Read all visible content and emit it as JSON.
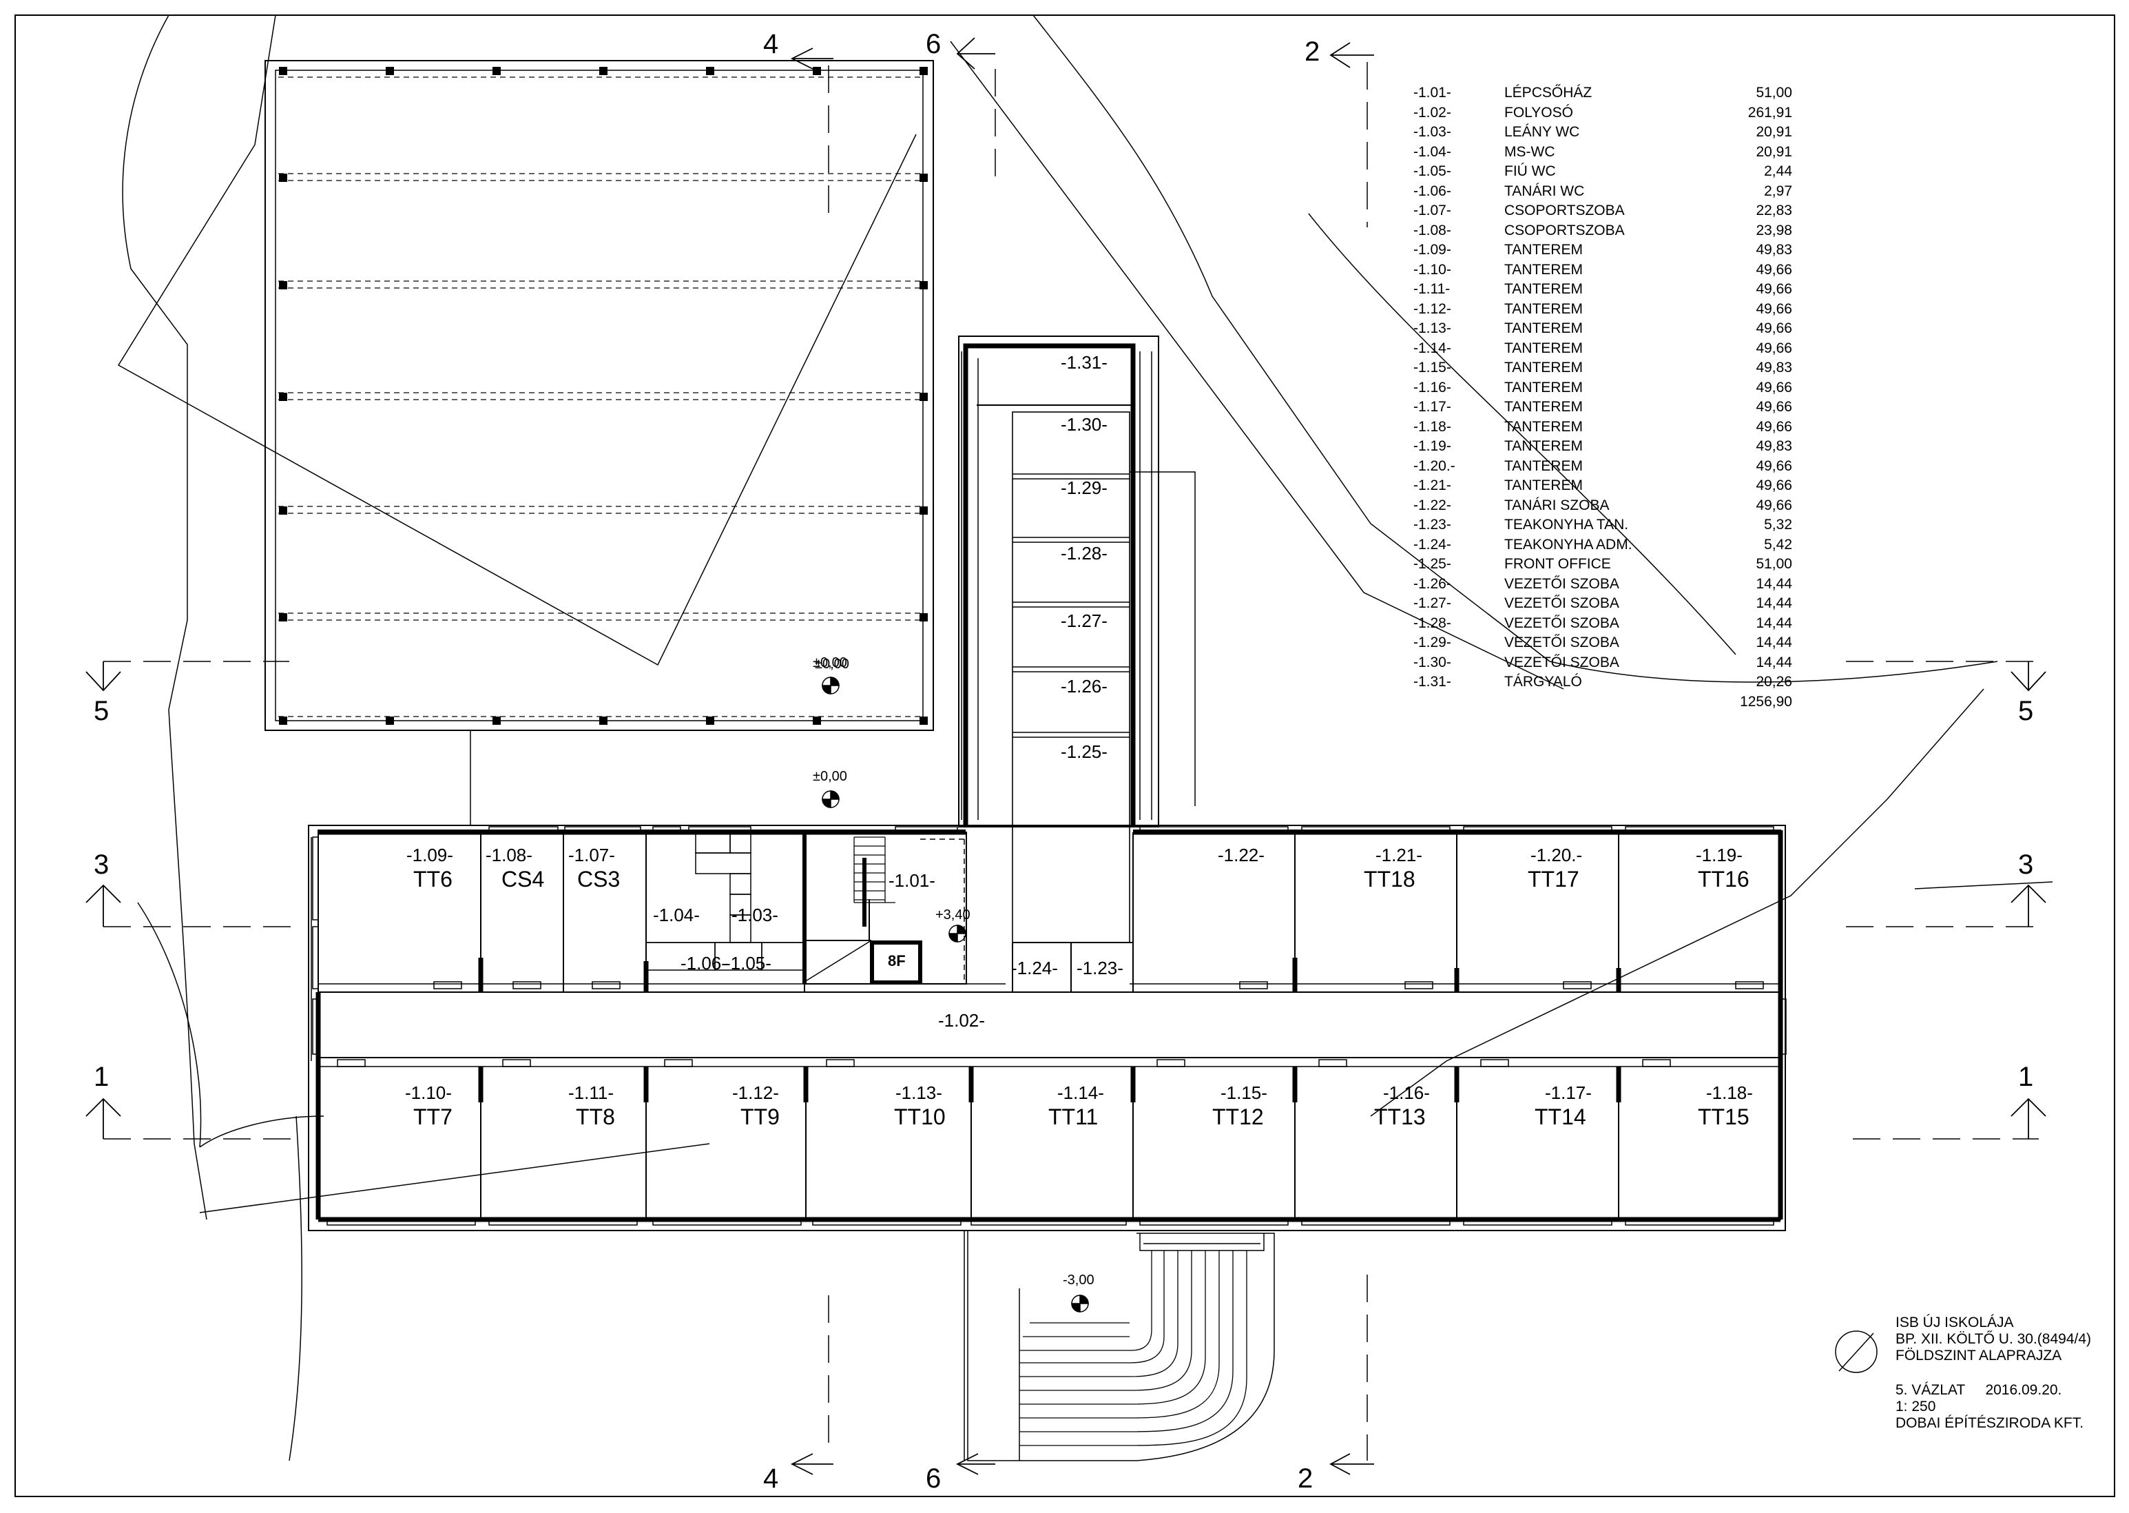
{
  "section_markers": [
    {
      "label": "4"
    },
    {
      "label": "6"
    },
    {
      "label": "2"
    },
    {
      "label": "5"
    },
    {
      "label": "5"
    },
    {
      "label": "3"
    },
    {
      "label": "3"
    },
    {
      "label": "1"
    },
    {
      "label": "1"
    },
    {
      "label": "4"
    },
    {
      "label": "6"
    },
    {
      "label": "2"
    }
  ],
  "levels": {
    "yard": "±0,00",
    "yard_overlap": "±0,00",
    "ground": "±0,00",
    "stair": "+3,40",
    "lower": "-3,00"
  },
  "elevator_label": "8F",
  "rooms": [
    {
      "code": "-1.31-"
    },
    {
      "code": "-1.30-"
    },
    {
      "code": "-1.29-"
    },
    {
      "code": "-1.28-"
    },
    {
      "code": "-1.27-"
    },
    {
      "code": "-1.26-"
    },
    {
      "code": "-1.25-"
    },
    {
      "code": "-1.09-",
      "name": "TT6"
    },
    {
      "code": "-1.08-",
      "name": "CS4"
    },
    {
      "code": "-1.07-",
      "name": "CS3"
    },
    {
      "code": "-1.04-"
    },
    {
      "code": "-1.03-"
    },
    {
      "code": "-1.06-"
    },
    {
      "code": "-1.05-"
    },
    {
      "code": "-1.01-"
    },
    {
      "code": "-1.24-"
    },
    {
      "code": "-1.23-"
    },
    {
      "code": "-1.22-"
    },
    {
      "code": "-1.21-",
      "name": "TT18"
    },
    {
      "code": "-1.20.-",
      "name": "TT17"
    },
    {
      "code": "-1.19-",
      "name": "TT16"
    },
    {
      "code": "-1.02-"
    },
    {
      "code": "-1.10-",
      "name": "TT7"
    },
    {
      "code": "-1.11-",
      "name": "TT8"
    },
    {
      "code": "-1.12-",
      "name": "TT9"
    },
    {
      "code": "-1.13-",
      "name": "TT10"
    },
    {
      "code": "-1.14-",
      "name": "TT11"
    },
    {
      "code": "-1.15-",
      "name": "TT12"
    },
    {
      "code": "-1.16-",
      "name": "TT13"
    },
    {
      "code": "-1.17-",
      "name": "TT14"
    },
    {
      "code": "-1.18-",
      "name": "TT15"
    }
  ],
  "schedule": {
    "rows": [
      {
        "code": "-1.01-",
        "name": "LÉPCSŐHÁZ",
        "area": "51,00"
      },
      {
        "code": "-1.02-",
        "name": "FOLYOSÓ",
        "area": "261,91"
      },
      {
        "code": "-1.03-",
        "name": "LEÁNY WC",
        "area": "20,91"
      },
      {
        "code": "-1.04-",
        "name": "MS-WC",
        "area": "20,91"
      },
      {
        "code": "-1.05-",
        "name": "FIÚ WC",
        "area": "2,44"
      },
      {
        "code": "-1.06-",
        "name": "TANÁRI WC",
        "area": "2,97"
      },
      {
        "code": "-1.07-",
        "name": "CSOPORTSZOBA",
        "area": "22,83"
      },
      {
        "code": "-1.08-",
        "name": "CSOPORTSZOBA",
        "area": "23,98"
      },
      {
        "code": "-1.09-",
        "name": "TANTEREM",
        "area": "49,83"
      },
      {
        "code": "-1.10-",
        "name": "TANTEREM",
        "area": "49,66"
      },
      {
        "code": "-1.11-",
        "name": "TANTEREM",
        "area": "49,66"
      },
      {
        "code": "-1.12-",
        "name": "TANTEREM",
        "area": "49,66"
      },
      {
        "code": "-1.13-",
        "name": "TANTEREM",
        "area": "49,66"
      },
      {
        "code": "-1.14-",
        "name": "TANTEREM",
        "area": "49,66"
      },
      {
        "code": "-1.15-",
        "name": "TANTEREM",
        "area": "49,83"
      },
      {
        "code": "-1.16-",
        "name": "TANTEREM",
        "area": "49,66"
      },
      {
        "code": "-1.17-",
        "name": "TANTEREM",
        "area": "49,66"
      },
      {
        "code": "-1.18-",
        "name": "TANTEREM",
        "area": "49,66"
      },
      {
        "code": "-1.19-",
        "name": "TANTEREM",
        "area": "49,83"
      },
      {
        "code": "-1.20.-",
        "name": "TANTEREM",
        "area": "49,66"
      },
      {
        "code": "-1.21-",
        "name": "TANTEREM",
        "area": "49,66"
      },
      {
        "code": "-1.22-",
        "name": "TANÁRI SZOBA",
        "area": "49,66"
      },
      {
        "code": "-1.23-",
        "name": "TEAKONYHA TAN.",
        "area": "5,32"
      },
      {
        "code": "-1.24-",
        "name": "TEAKONYHA ADM.",
        "area": "5,42"
      },
      {
        "code": "-1.25-",
        "name": "FRONT OFFICE",
        "area": "51,00"
      },
      {
        "code": "-1.26-",
        "name": "VEZETŐI SZOBA",
        "area": "14,44"
      },
      {
        "code": "-1.27-",
        "name": "VEZETŐI SZOBA",
        "area": "14,44"
      },
      {
        "code": "-1.28-",
        "name": "VEZETŐI SZOBA",
        "area": "14,44"
      },
      {
        "code": "-1.29-",
        "name": "VEZETŐI SZOBA",
        "area": "14,44"
      },
      {
        "code": "-1.30-",
        "name": "VEZETŐI SZOBA",
        "area": "14,44"
      },
      {
        "code": "-1.31-",
        "name": "TÁRGYALÓ",
        "area": "20,26"
      }
    ],
    "total": "1256,90"
  },
  "title_block": {
    "project": "ISB ÚJ ISKOLÁJA",
    "address": "BP. XII. KÖLTŐ U. 30.(8494/4)",
    "drawing": "FÖLDSZINT ALAPRAJZA",
    "draft": "5. VÁZLAT",
    "date": "2016.09.20.",
    "scale": "1: 250",
    "office": "DOBAI ÉPÍTÉSZIRODA KFT."
  }
}
